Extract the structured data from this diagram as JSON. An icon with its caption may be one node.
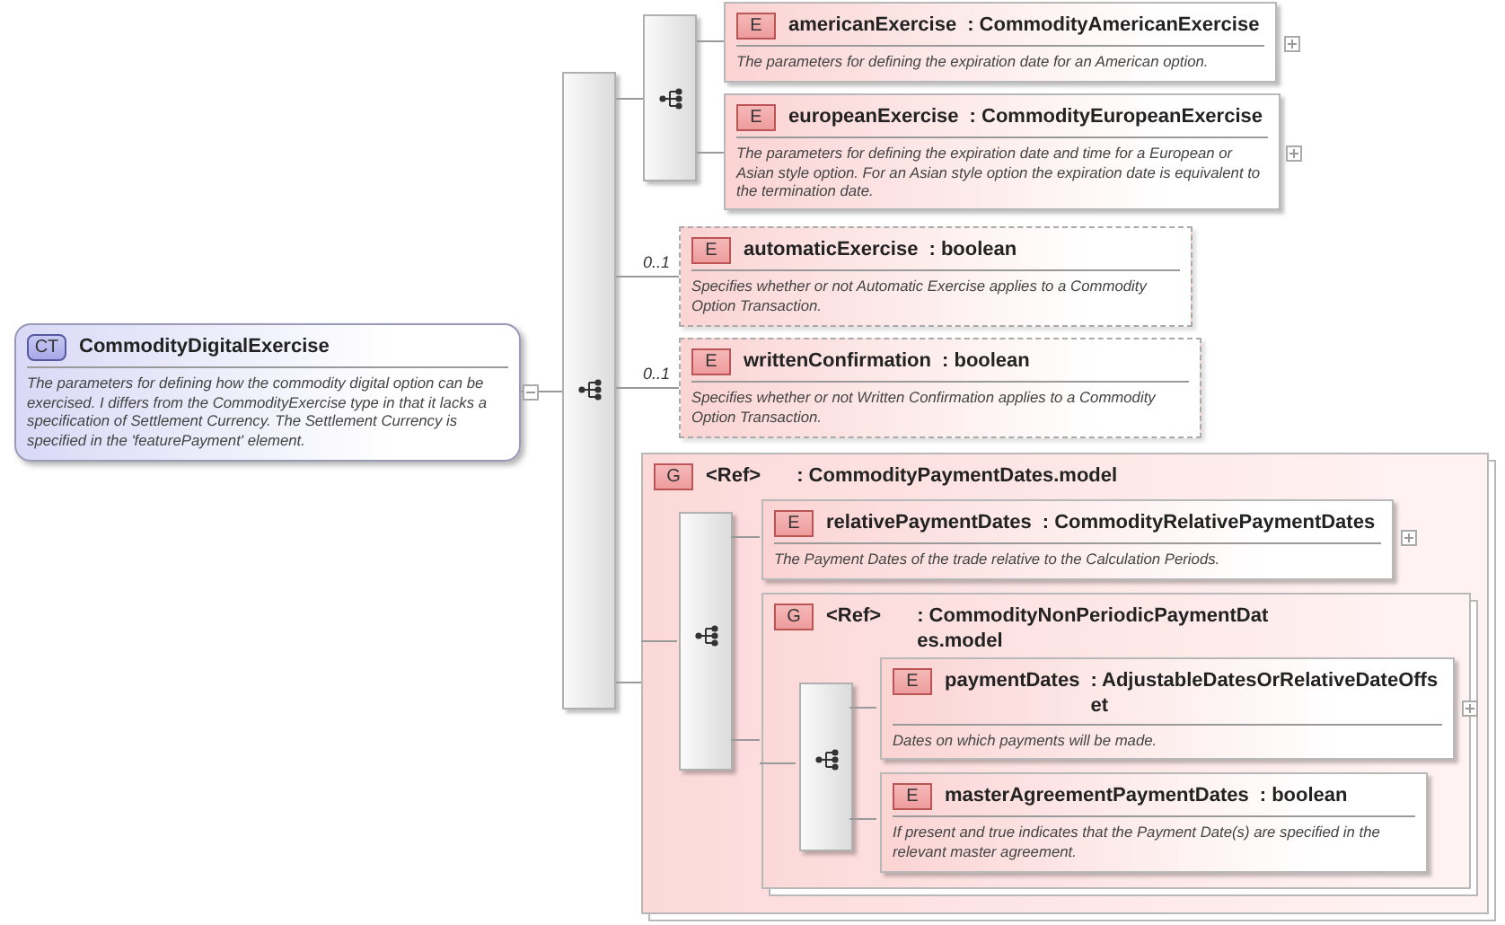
{
  "diagram": {
    "nodes": [
      {
        "text": [
          "CT",
          "CommodityDigitalExercise",
          "The parameters for defining how the commodity digital option can be exercised. I differs from the CommodityExercise type in that it lacks a specification of Settlement Currency. The Settlement Currency is specified in the 'featurePayment' element."
        ]
      },
      {
        "text": [],
        "shape": "bar"
      },
      {
        "text": [],
        "shape": "bar"
      },
      {
        "text": [
          "E",
          "americanExercise",
          ": CommodityAmericanExercise",
          "The parameters for defining the expiration date for an American option."
        ]
      },
      {
        "text": [
          "E",
          "europeanExercise",
          ": CommodityEuropeanExercise",
          "The parameters for defining the expiration date and time for a European or Asian style option. For an Asian style option the expiration date is equivalent to the termination date."
        ]
      },
      {
        "text": [
          "E",
          "automaticExercise",
          ": boolean",
          "Specifies whether or not Automatic Exercise applies to a Commodity Option Transaction."
        ],
        "beside": [
          "0..1"
        ]
      },
      {
        "text": [
          "E",
          "writtenConfirmation",
          ": boolean",
          "Specifies whether or not Written Confirmation applies to a Commodity Option Transaction."
        ],
        "beside": [
          "0..1"
        ]
      },
      {
        "text": [
          "G",
          "<Ref>",
          ": CommodityPaymentDates.model"
        ]
      },
      {
        "text": [],
        "shape": "bar",
        "in": 7
      },
      {
        "text": [
          "E",
          "relativePaymentDates",
          ": CommodityRelativePaymentDates",
          "The Payment Dates of the trade relative to the Calculation Periods."
        ],
        "in": 7
      },
      {
        "text": [
          "G",
          "<Ref>",
          ": CommodityNonPeriodicPaymentDates.model"
        ],
        "in": 7
      },
      {
        "text": [],
        "shape": "bar",
        "in": 10
      },
      {
        "text": [
          "E",
          "paymentDates",
          ": AdjustableDatesOrRelativeDateOffset",
          "Dates on which payments will be made."
        ],
        "in": 10
      },
      {
        "text": [
          "E",
          "masterAgreementPaymentDates",
          ": boolean",
          "If present and true indicates that the Payment Date(s) are specified in the relevant master agreement."
        ],
        "in": 10
      }
    ],
    "edges": [
      {
        "from": 0,
        "to": 1,
        "arrow": "none"
      },
      {
        "from": 1,
        "to": 2,
        "arrow": "none"
      },
      {
        "from": 2,
        "to": 3,
        "arrow": "none"
      },
      {
        "from": 2,
        "to": 4,
        "arrow": "none"
      },
      {
        "from": 1,
        "to": 5,
        "arrow": "none"
      },
      {
        "from": 1,
        "to": 6,
        "arrow": "none"
      },
      {
        "from": 1,
        "to": 7,
        "arrow": "none"
      },
      {
        "from": 7,
        "to": 8,
        "arrow": "none"
      },
      {
        "from": 8,
        "to": 9,
        "arrow": "none"
      },
      {
        "from": 8,
        "to": 10,
        "arrow": "none"
      },
      {
        "from": 10,
        "to": 11,
        "arrow": "none"
      },
      {
        "from": 11,
        "to": 12,
        "arrow": "none"
      },
      {
        "from": 11,
        "to": 13,
        "arrow": "none"
      }
    ]
  }
}
